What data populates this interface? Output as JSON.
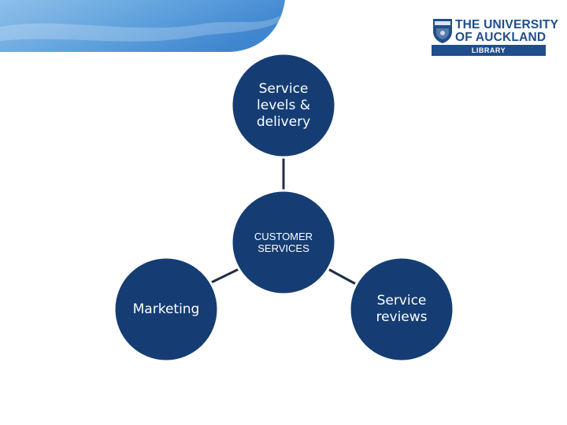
{
  "logo": {
    "line1": "THE UNIVERSITY",
    "line2": "OF AUCKLAND",
    "bar": "LIBRARY"
  },
  "diagram": {
    "center": "CUSTOMER\nSERVICES",
    "top": "Service\nlevels &\ndelivery",
    "left": "Marketing",
    "right": "Service\nreviews"
  },
  "colors": {
    "node_fill": "#153d73",
    "node_stroke": "#ffffff",
    "connector": "#1f2f45",
    "brand": "#1f4e8c",
    "banner": "#4f94d4"
  }
}
